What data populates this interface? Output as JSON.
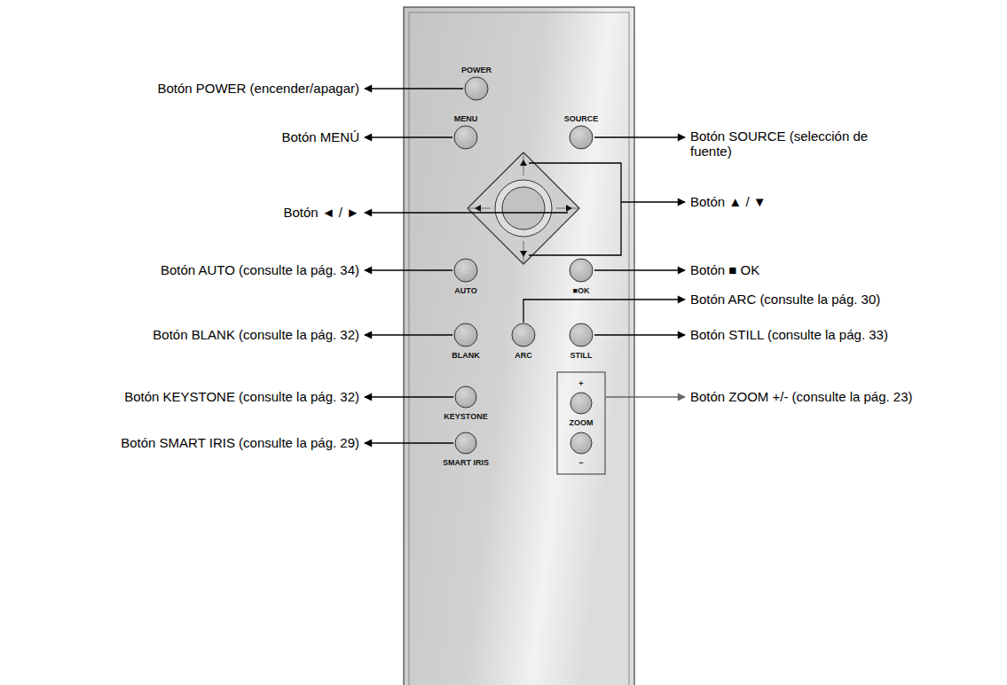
{
  "diagram": {
    "labels": [
      "Botón POWER (encender/apagar)",
      "POWER",
      "Botón MENÚ",
      "MENU",
      "SOURCE",
      "Botón SOURCE (selección de fuente)",
      "Botón ◄ / ►",
      "Botón ▲ / ▼",
      "Botón AUTO (consulte la pág. 34)",
      "AUTO",
      "■OK",
      "Botón ■ OK",
      "Botón ARC (consulte la pág. 30)",
      "Botón BLANK (consulte la pág. 32)",
      "BLANK",
      "ARC",
      "STILL",
      "Botón STILL (consulte la pág. 33)",
      "Botón KEYSTONE (consulte la pág. 32)",
      "KEYSTONE",
      "+",
      "ZOOM",
      "Botón ZOOM +/- (consulte la pág. 23)",
      "Botón SMART IRIS (consulte la pág. 29)",
      "SMART IRIS",
      "−"
    ]
  }
}
